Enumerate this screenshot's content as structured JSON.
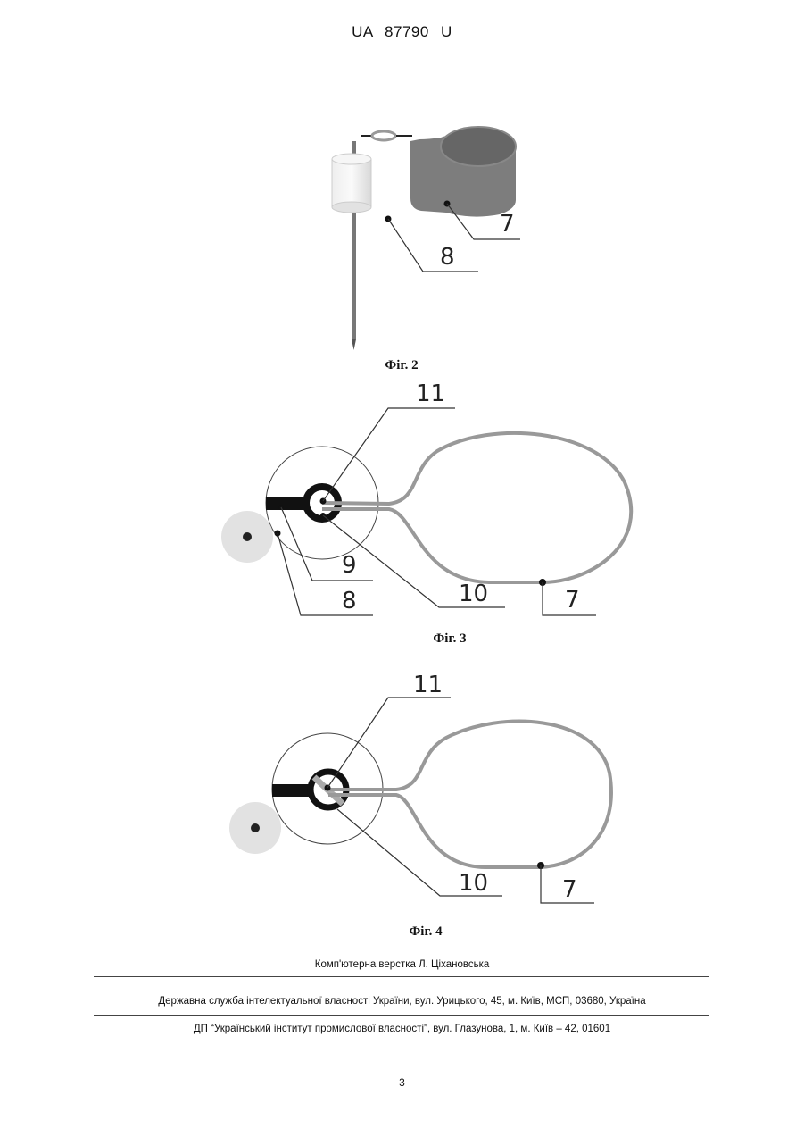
{
  "header": {
    "patent": "UA 87790 U"
  },
  "figures": [
    {
      "caption": "Фіг. 2",
      "labels": [
        "7",
        "8"
      ]
    },
    {
      "caption": "Фіг. 3",
      "labels": [
        "11",
        "9",
        "8",
        "10",
        "7"
      ]
    },
    {
      "caption": "Фіг. 4",
      "labels": [
        "11",
        "10",
        "7"
      ]
    }
  ],
  "footer": {
    "layout": "Комп'ютерна верстка Л. Ціхановська",
    "service": "Державна служба інтелектуальної власності України, вул. Урицького, 45, м. Київ, МСП, 03680, Україна",
    "institute": "ДП “Український інститут промислової власності”, вул. Глазунова, 1, м. Київ – 42, 01601"
  },
  "page_number": "3"
}
